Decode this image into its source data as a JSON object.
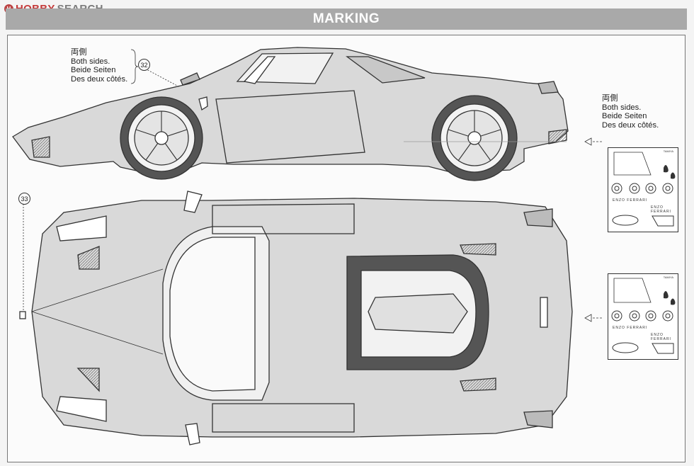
{
  "watermark": {
    "logo_mark": "H",
    "brand": "HOBBY",
    "suffix": "SEARCH"
  },
  "header": {
    "title": "MARKING"
  },
  "notes": {
    "side_left": {
      "jp": "両側",
      "en": "Both sides.",
      "de": "Beide Seiten",
      "fr": "Des deux côtés."
    },
    "side_right": {
      "jp": "両側",
      "en": "Both sides.",
      "de": "Beide Seiten",
      "fr": "Des deux côtés."
    }
  },
  "callouts": {
    "side": "32",
    "top": "33"
  },
  "decal_sheets": [
    {
      "code": "TAMIYA",
      "strip_a": "ENZO FERRARI",
      "strip_b": "ENZO FERRARI"
    },
    {
      "code": "TAMIYA",
      "strip_a": "ENZO FERRARI",
      "strip_b": "ENZO FERRARI"
    }
  ],
  "colors": {
    "banner": "#a9a9a9",
    "body_fill": "#d9d9d9",
    "line": "#333333"
  }
}
